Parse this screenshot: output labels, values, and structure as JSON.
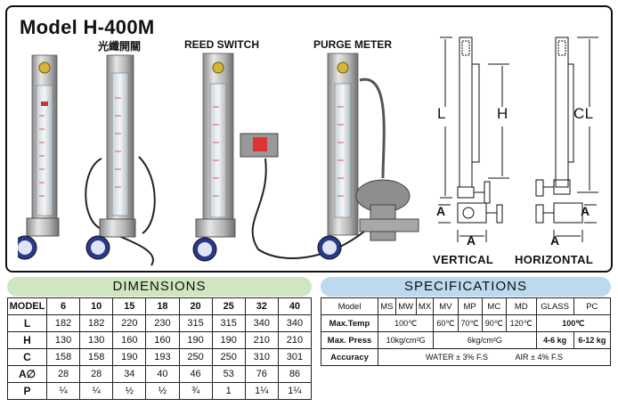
{
  "title": "Model H-400M",
  "photo_labels": {
    "fiber": "光纖開關",
    "reed": "REED SWITCH",
    "purge": "PURGE METER"
  },
  "diagram": {
    "labels": {
      "L": "L",
      "H": "H",
      "CL": "CL",
      "A1": "A",
      "A2": "A",
      "A3": "A",
      "A4": "A"
    },
    "vertical": "VERTICAL",
    "horizontal": "HORIZONTAL"
  },
  "dimensions": {
    "title": "DIMENSIONS",
    "header": [
      "MODEL",
      "6",
      "10",
      "15",
      "18",
      "20",
      "25",
      "32",
      "40"
    ],
    "rows": [
      [
        "L",
        "182",
        "182",
        "220",
        "230",
        "315",
        "315",
        "340",
        "340"
      ],
      [
        "H",
        "130",
        "130",
        "160",
        "160",
        "190",
        "190",
        "210",
        "210"
      ],
      [
        "C",
        "158",
        "158",
        "190",
        "193",
        "250",
        "250",
        "310",
        "301"
      ],
      [
        "A∅",
        "28",
        "28",
        "34",
        "40",
        "46",
        "53",
        "76",
        "86"
      ],
      [
        "P",
        "¼",
        "¼",
        "½",
        "½",
        "¾",
        "1",
        "1¼",
        "1¼"
      ]
    ]
  },
  "specifications": {
    "title": "SPECIFICATIONS",
    "header": [
      "Model",
      "MS",
      "MW",
      "MX",
      "MV",
      "MP",
      "MC",
      "MD",
      "GLASS",
      "PC"
    ],
    "max_temp": {
      "label": "Max.Temp",
      "c1": "100℃",
      "c2": "60℃",
      "c3": "70℃",
      "c4": "90℃",
      "c5": "120℃",
      "c6": "100℃"
    },
    "max_press": {
      "label": "Max. Press",
      "c1": "10kg/cm²G",
      "c2": "6kg/cm²G",
      "c3": "4-6 kg",
      "c4": "6-12 kg"
    },
    "accuracy": {
      "label": "Accuracy",
      "water": "WATER ± 3% F.S",
      "air": "AIR ± 4% F.S"
    }
  }
}
